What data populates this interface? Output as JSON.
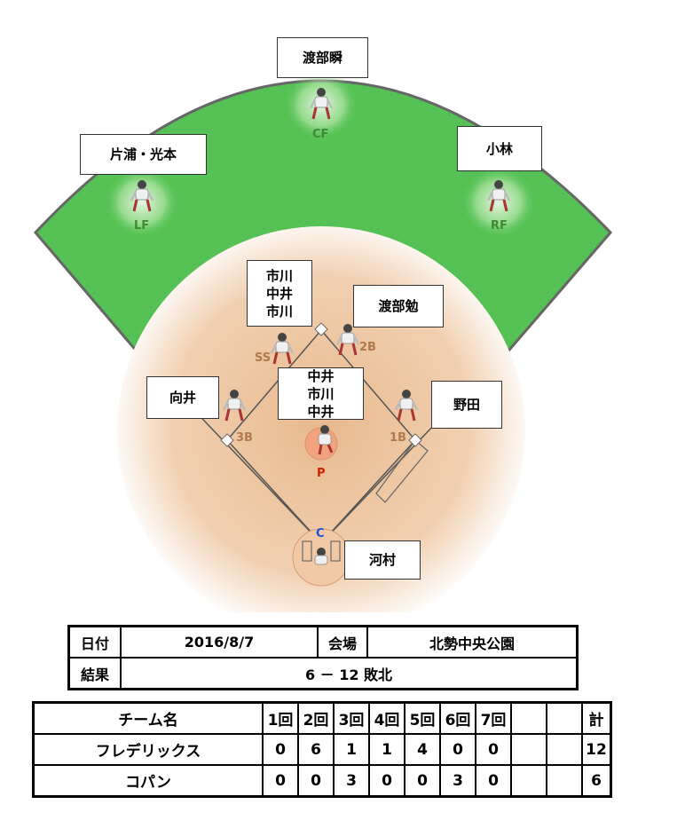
{
  "players": {
    "cf": "渡部瞬",
    "lf": "片浦・光本",
    "rf": "小林",
    "ss": "市川\n中井\n市川",
    "second": "渡部勉",
    "third": "向井",
    "pitcher": "中井\n市川\n中井",
    "first": "野田",
    "catcher": "河村"
  },
  "positions": {
    "cf": "CF",
    "lf": "LF",
    "rf": "RF",
    "ss": "SS",
    "second": "2B",
    "third": "3B",
    "first": "1B",
    "pitcher": "P",
    "catcher": "C"
  },
  "colors": {
    "outfield": "#56c255",
    "infield": "#ecc29b",
    "position_label": "#3e8a33",
    "base_label": "#b07a4e",
    "pitcher_label": "#cc2200",
    "catcher_label": "#1a4fd6"
  },
  "game_info": {
    "date_label": "日付",
    "date": "2016/8/7",
    "venue_label": "会場",
    "venue": "北勢中央公園",
    "result_label": "結果",
    "result": "6 － 12 敗北"
  },
  "scoreboard": {
    "header": [
      "チーム名",
      "1回",
      "2回",
      "3回",
      "4回",
      "5回",
      "6回",
      "7回",
      "",
      "",
      "計"
    ],
    "rows": [
      {
        "team": "フレデリックス",
        "innings": [
          "0",
          "6",
          "1",
          "1",
          "4",
          "0",
          "0",
          "",
          ""
        ],
        "total": "12"
      },
      {
        "team": "コパン",
        "innings": [
          "0",
          "0",
          "3",
          "0",
          "0",
          "3",
          "0",
          "",
          ""
        ],
        "total": "6"
      }
    ]
  }
}
